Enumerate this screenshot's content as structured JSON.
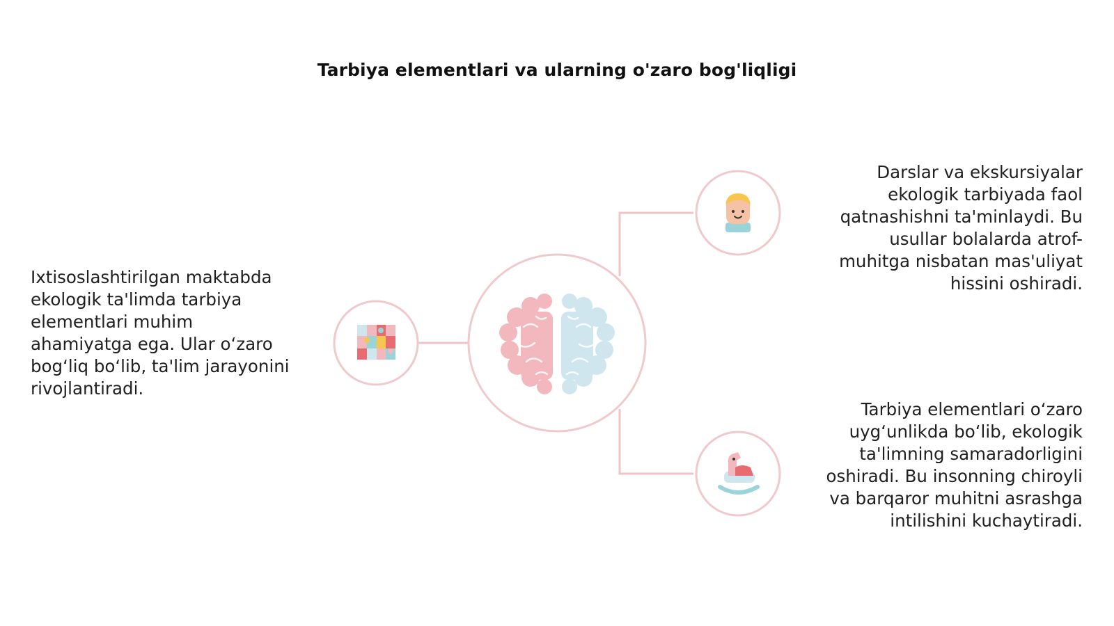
{
  "title": "Tarbiya elementlari va ularning o'zaro bog'liqligi",
  "nodes": {
    "center": {
      "icon": "brain-icon"
    },
    "left": {
      "icon": "puzzle-icon",
      "text": "Ixtisoslashtirilgan maktabda\nekologik ta'limda tarbiya\nelementlari muhim\nahamiyatga ega. Ular o‘zaro\nbog‘liq bo‘lib, ta'lim jarayonini\nrivojlantiradi."
    },
    "top_right": {
      "icon": "child-icon",
      "text": "Darslar va ekskursiyalar\nekologik tarbiyada faol\nqatnashishni ta'minlaydi. Bu\nusullar bolalarda atrof-\nmuhitga nisbatan mas'uliyat\nhissini oshiradi."
    },
    "bottom_right": {
      "icon": "rocking-horse-icon",
      "text": "Tarbiya elementlari o‘zaro\nuyg‘unlikda bo‘lib, ekologik\nta'limning samaradorligini\noshiradi. Bu insonning chiroyli\nva barqaror muhitni asrashga\nintilishini kuchaytiradi."
    }
  },
  "colors": {
    "ring": "#f0c9cc",
    "connector": "#efc4c7",
    "pink": "#f3b8be",
    "blue": "#cfe6ee",
    "text": "#1f1f1f"
  }
}
